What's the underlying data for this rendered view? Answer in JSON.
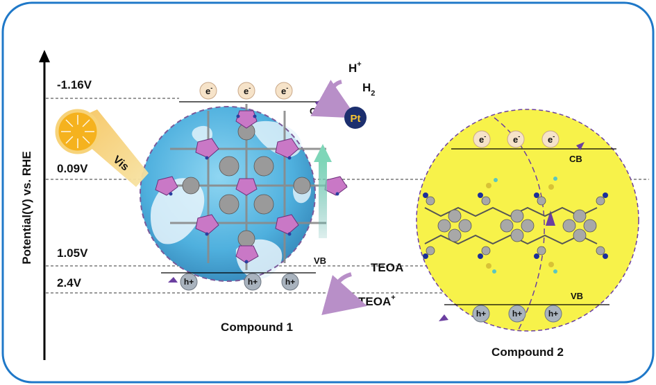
{
  "axis": {
    "ylabel": "Potential(V) vs. RHE",
    "levels": [
      "-1.16V",
      "0.09V",
      "1.05V",
      "2.4V"
    ]
  },
  "compound1": {
    "label": "Compound 1",
    "cb": "CB",
    "vb": "VB",
    "electron": "e",
    "electron_sup": "-",
    "hole": "h+"
  },
  "compound2": {
    "label": "Compound 2",
    "cb": "CB",
    "vb": "VB",
    "electron": "e",
    "electron_sup": "-",
    "hole": "h+"
  },
  "light": {
    "label": "Vis"
  },
  "cocatalyst": {
    "label": "Pt"
  },
  "reactions": {
    "h_plus": "H",
    "h_plus_sup": "+",
    "h2": "H",
    "h2_sub": "2",
    "teoa": "TEOA",
    "teoa_ox": "TEOA",
    "teoa_ox_sup": "+"
  },
  "colors": {
    "frame": "#1f78c8",
    "globe": "#5ab8e3",
    "compound2_fill": "#f7f24a",
    "arrow_purple": "#6b3fa0",
    "sun": "#f5b21e"
  }
}
